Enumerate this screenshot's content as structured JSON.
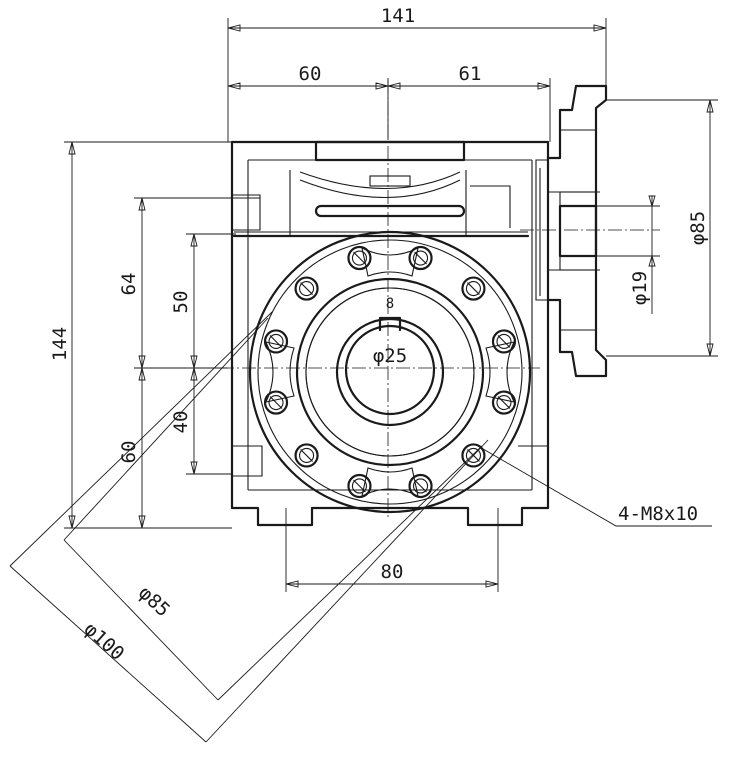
{
  "dimensions": {
    "overall_width": "141",
    "left_half": "60",
    "right_half": "61",
    "height": "144",
    "upper_height": "64",
    "lower_height": "60",
    "center_upper": "50",
    "center_lower": "40",
    "base_width": "80",
    "flange_dia": "φ85",
    "input_shaft_dia": "φ19",
    "bore_dia": "φ25",
    "key_width": "8",
    "pcd_inner": "φ85",
    "pcd_outer": "φ100",
    "thread_callout": "4-M8x10"
  },
  "colors": {
    "line": "#1a1a1a",
    "paper": "#ffffff"
  }
}
